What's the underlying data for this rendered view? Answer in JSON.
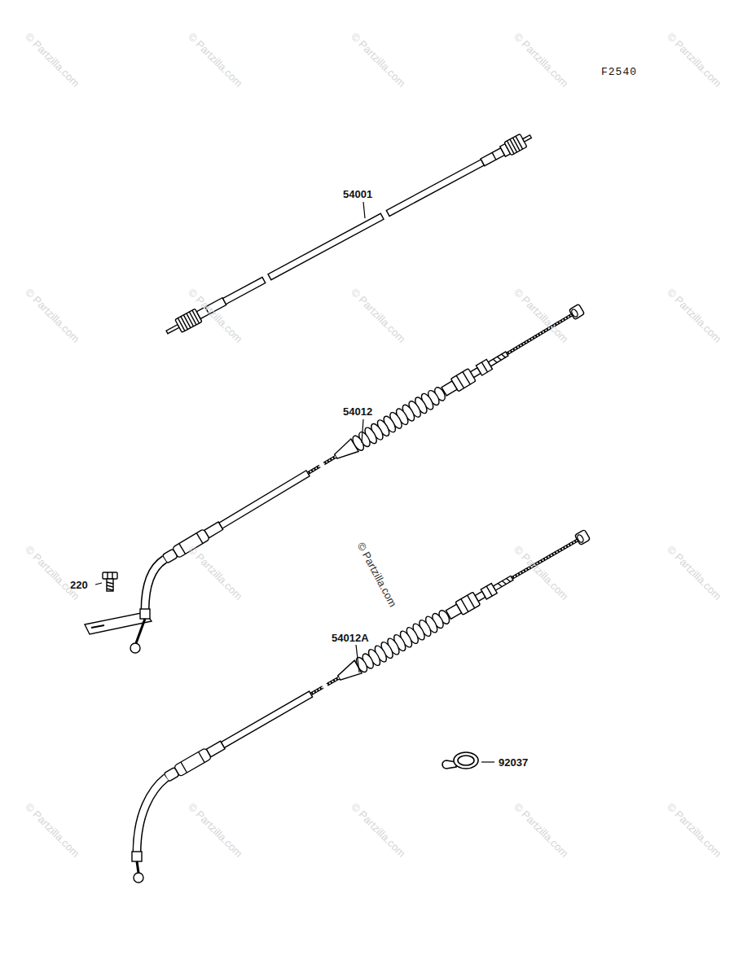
{
  "diagram": {
    "labels": [
      "F2540",
      "54001",
      "54012",
      "220",
      "54012A",
      "92037",
      "© Partzilla.com",
      "© Partzilla.com",
      "© Partzilla.com",
      "© Partzilla.com",
      "© Partzilla.com",
      "© Partzilla.com",
      "© Partzilla.com",
      "© Partzilla.com",
      "© Partzilla.com",
      "© Partzilla.com",
      "© Partzilla.com",
      "© Partzilla.com",
      "© Partzilla.com",
      "© Partzilla.com",
      "© Partzilla.com",
      "© Partzilla.com",
      "© Partzilla.com",
      "© Partzilla.com",
      "© Partzilla.com",
      "© Partzilla.com"
    ]
  }
}
